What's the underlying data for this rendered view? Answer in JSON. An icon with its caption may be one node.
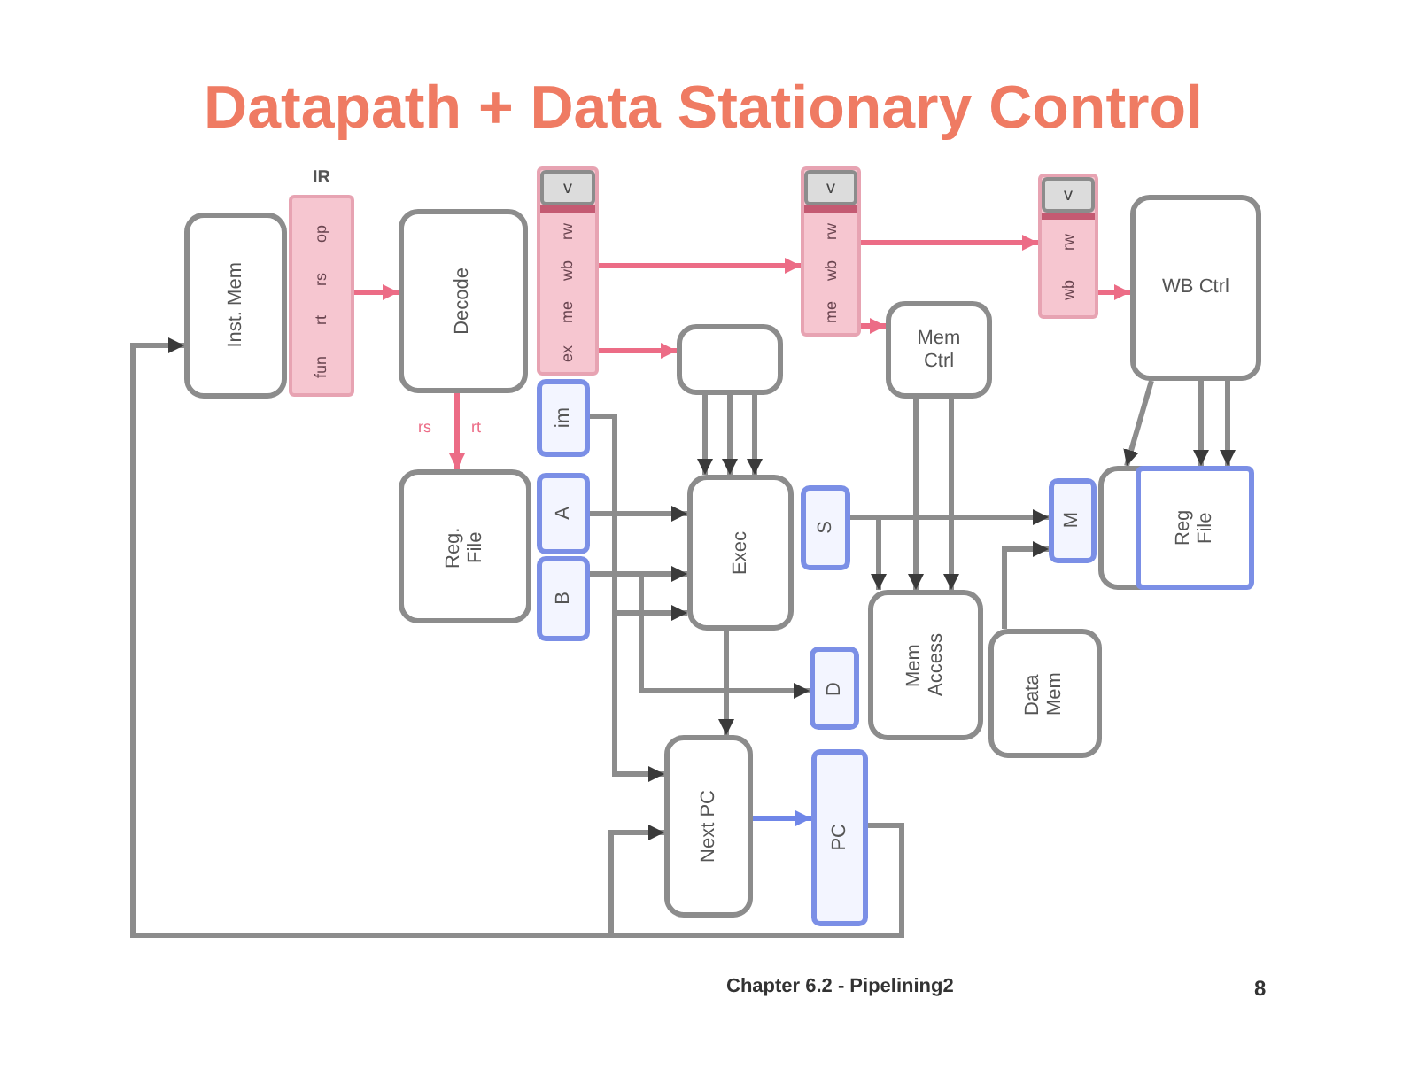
{
  "diagram": {
    "title": "Datapath + Data Stationary Control",
    "nodes": [
      {
        "text": [
          "Inst. Mem"
        ]
      },
      {
        "text": [
          "IR",
          "op",
          "rs",
          "rt",
          "fun"
        ]
      },
      {
        "text": [
          "Decode"
        ]
      },
      {
        "text": [
          "v",
          "rw",
          "wb",
          "me",
          "ex"
        ]
      },
      {
        "text": [
          "im"
        ]
      },
      {
        "text": [],
        "shape": "box"
      },
      {
        "text": [
          "v",
          "rw",
          "wb",
          "me"
        ]
      },
      {
        "text": [
          "Mem Ctrl"
        ]
      },
      {
        "text": [
          "v",
          "rw",
          "wb"
        ]
      },
      {
        "text": [
          "WB Ctrl"
        ]
      },
      {
        "text": [
          "Reg. File"
        ]
      },
      {
        "text": [
          "A"
        ]
      },
      {
        "text": [
          "B"
        ]
      },
      {
        "text": [
          "Exec"
        ]
      },
      {
        "text": [
          "S"
        ]
      },
      {
        "text": [
          "D"
        ]
      },
      {
        "text": [
          "Mem Access"
        ]
      },
      {
        "text": [
          "Data Mem"
        ]
      },
      {
        "text": [
          "M"
        ]
      },
      {
        "text": [
          "Reg File"
        ]
      },
      {
        "text": [
          "Next PC"
        ]
      },
      {
        "text": [
          "PC"
        ]
      }
    ],
    "edges": [
      {
        "from": 1,
        "to": 2,
        "arrow": "to",
        "color": "#ec6c86"
      },
      {
        "from": 2,
        "to": 10,
        "arrow": "to",
        "color": "#ec6c86"
      },
      {
        "from": 3,
        "to": 6,
        "arrow": "to",
        "color": "#ec6c86"
      },
      {
        "from": 3,
        "to": 5,
        "arrow": "to",
        "color": "#ec6c86"
      },
      {
        "from": 6,
        "to": 8,
        "arrow": "to",
        "color": "#ec6c86"
      },
      {
        "from": 6,
        "to": 7,
        "arrow": "to",
        "color": "#ec6c86"
      },
      {
        "from": 8,
        "to": 9,
        "arrow": "to",
        "color": "#ec6c86"
      },
      {
        "from": 5,
        "to": 13,
        "arrow": "to"
      },
      {
        "from": 5,
        "to": 13,
        "arrow": "to"
      },
      {
        "from": 5,
        "to": 13,
        "arrow": "to"
      },
      {
        "from": 7,
        "to": 16,
        "arrow": "to"
      },
      {
        "from": 7,
        "to": 16,
        "arrow": "to"
      },
      {
        "from": 9,
        "to": 19,
        "arrow": "to"
      },
      {
        "from": 9,
        "to": 19,
        "arrow": "to"
      },
      {
        "from": 9,
        "to": 19,
        "arrow": "to"
      },
      {
        "from": 11,
        "to": 13,
        "arrow": "to"
      },
      {
        "from": 12,
        "to": 13,
        "arrow": "to"
      },
      {
        "from": 4,
        "to": 13,
        "arrow": "to"
      },
      {
        "from": 4,
        "to": 20,
        "arrow": "to"
      },
      {
        "from": 12,
        "to": 15,
        "arrow": "to"
      },
      {
        "from": 14,
        "to": 18,
        "arrow": "to"
      },
      {
        "from": 14,
        "to": 16,
        "arrow": "to"
      },
      {
        "from": 13,
        "to": 20,
        "arrow": "to"
      },
      {
        "from": 17,
        "to": 18,
        "arrow": "to"
      },
      {
        "from": 20,
        "to": 21,
        "arrow": "to",
        "color": "#6f86e8"
      },
      {
        "from": 21,
        "to": 0,
        "arrow": "to"
      },
      {
        "from": 21,
        "to": 20,
        "arrow": "to"
      }
    ],
    "labels": [
      "rs",
      "rt",
      "Chapter 6.2 - Pipelining2",
      "8"
    ]
  }
}
